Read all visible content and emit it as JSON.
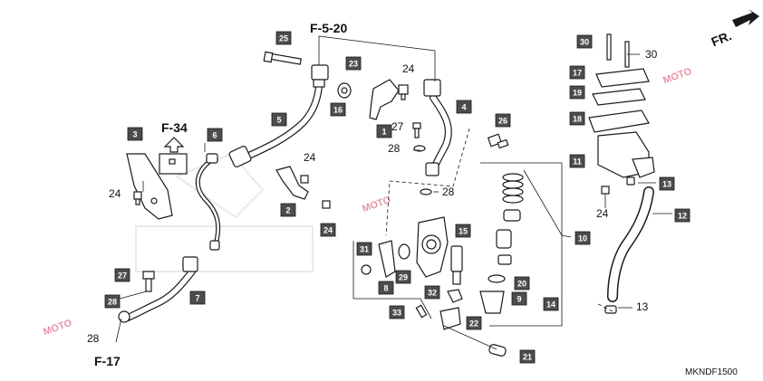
{
  "diagram_code": "MKNDF1500",
  "references": [
    {
      "id": "ref-f520",
      "text": "F-5-20"
    },
    {
      "id": "ref-f34",
      "text": "F-34"
    },
    {
      "id": "ref-f17",
      "text": "F-17"
    },
    {
      "id": "ref-fr",
      "text": "FR."
    }
  ],
  "watermark": {
    "text": "MOTO"
  },
  "boxed_labels": [
    {
      "id": "b25",
      "text": "25"
    },
    {
      "id": "b23",
      "text": "23"
    },
    {
      "id": "b16",
      "text": "16"
    },
    {
      "id": "b5",
      "text": "5"
    },
    {
      "id": "b6",
      "text": "6"
    },
    {
      "id": "b3",
      "text": "3"
    },
    {
      "id": "b2",
      "text": "2"
    },
    {
      "id": "b24a",
      "text": "24"
    },
    {
      "id": "b1",
      "text": "1"
    },
    {
      "id": "b4",
      "text": "4"
    },
    {
      "id": "b26",
      "text": "26"
    },
    {
      "id": "b27a",
      "text": "27"
    },
    {
      "id": "b28a",
      "text": "28"
    },
    {
      "id": "b7",
      "text": "7"
    },
    {
      "id": "b31",
      "text": "31"
    },
    {
      "id": "b8",
      "text": "8"
    },
    {
      "id": "b29",
      "text": "29"
    },
    {
      "id": "b15",
      "text": "15"
    },
    {
      "id": "b32",
      "text": "32"
    },
    {
      "id": "b33",
      "text": "33"
    },
    {
      "id": "b22",
      "text": "22"
    },
    {
      "id": "b21",
      "text": "21"
    },
    {
      "id": "b20",
      "text": "20"
    },
    {
      "id": "b9",
      "text": "9"
    },
    {
      "id": "b14",
      "text": "14"
    },
    {
      "id": "b10",
      "text": "10"
    },
    {
      "id": "b30",
      "text": "30"
    },
    {
      "id": "b17",
      "text": "17"
    },
    {
      "id": "b19",
      "text": "19"
    },
    {
      "id": "b18",
      "text": "18"
    },
    {
      "id": "b11",
      "text": "11"
    },
    {
      "id": "b13",
      "text": "13"
    },
    {
      "id": "b12",
      "text": "12"
    }
  ],
  "plain_labels": [
    {
      "id": "p24a",
      "text": "24"
    },
    {
      "id": "p27",
      "text": "27"
    },
    {
      "id": "p28a",
      "text": "28"
    },
    {
      "id": "p28b",
      "text": "28"
    },
    {
      "id": "p24b",
      "text": "24"
    },
    {
      "id": "p24c",
      "text": "24"
    },
    {
      "id": "p28c",
      "text": "28"
    },
    {
      "id": "p30",
      "text": "30"
    },
    {
      "id": "p24d",
      "text": "24"
    },
    {
      "id": "p13",
      "text": "13"
    }
  ]
}
